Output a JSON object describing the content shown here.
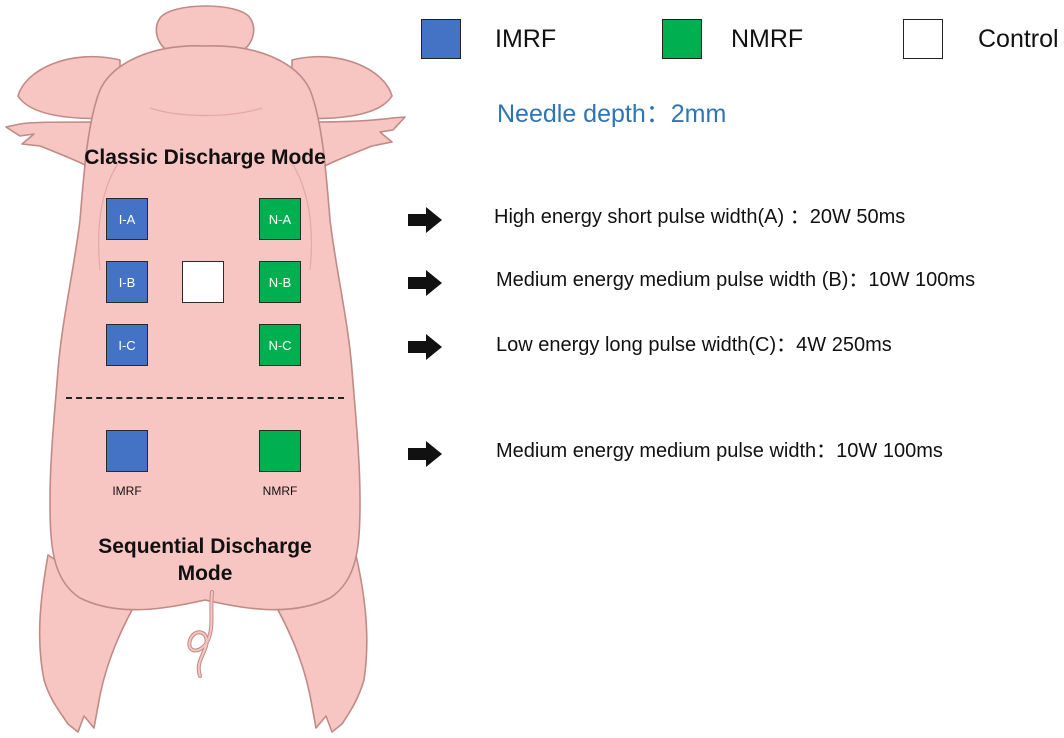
{
  "colors": {
    "imrf": "#4472C4",
    "nmrf": "#00B050",
    "control": "#FFFFFF",
    "skin": "#F7C6C2",
    "skin_outline": "#C08A86",
    "needle_text": "#2E75B6"
  },
  "legend": [
    {
      "label": "IMRF",
      "color": "#4472C4"
    },
    {
      "label": "NMRF",
      "color": "#00B050"
    },
    {
      "label": "Control",
      "color": "#FFFFFF"
    }
  ],
  "needle_depth": "Needle depth：2mm",
  "classic_mode": {
    "title": "Classic Discharge Mode",
    "sites": [
      {
        "label": "I-A",
        "group": "imrf"
      },
      {
        "label": "I-B",
        "group": "imrf"
      },
      {
        "label": "I-C",
        "group": "imrf"
      },
      {
        "label": "N-A",
        "group": "nmrf"
      },
      {
        "label": "N-B",
        "group": "nmrf"
      },
      {
        "label": "N-C",
        "group": "nmrf"
      },
      {
        "label": "",
        "group": "control"
      }
    ]
  },
  "sequential_mode": {
    "title_line1": "Sequential Discharge",
    "title_line2": "Mode",
    "sites": [
      {
        "label": "IMRF",
        "group": "imrf"
      },
      {
        "label": "NMRF",
        "group": "nmrf"
      }
    ]
  },
  "parameters": [
    "High energy short pulse width(A) ：20W 50ms",
    "Medium energy medium pulse width (B)：10W 100ms",
    "Low energy long pulse width(C)：4W 250ms",
    "Medium energy medium pulse width：10W 100ms"
  ]
}
